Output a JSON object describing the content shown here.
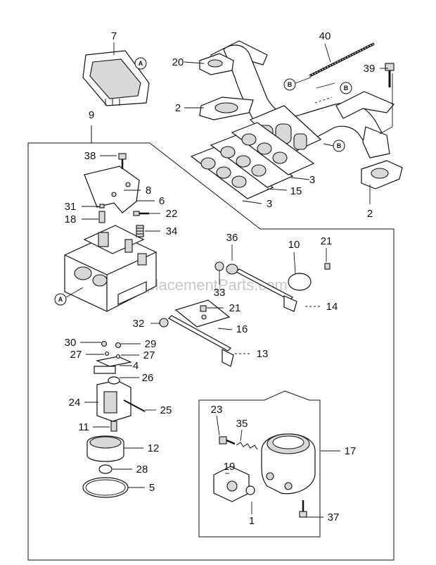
{
  "watermark": "eReplacementParts.com",
  "callouts": {
    "c1": "1",
    "c2a": "2",
    "c2b": "2",
    "c3a": "3",
    "c3b": "3",
    "c4": "4",
    "c5": "5",
    "c6": "6",
    "c7": "7",
    "c8": "8",
    "c9": "9",
    "c10": "10",
    "c11": "11",
    "c12": "12",
    "c13": "13",
    "c14": "14",
    "c15": "15",
    "c16": "16",
    "c17": "17",
    "c18": "18",
    "c19": "19",
    "c20": "20",
    "c21a": "21",
    "c21b": "21",
    "c22": "22",
    "c23": "23",
    "c24": "24",
    "c25": "25",
    "c26": "26",
    "c27a": "27",
    "c27b": "27",
    "c28": "28",
    "c29": "29",
    "c30": "30",
    "c31": "31",
    "c32": "32",
    "c33": "33",
    "c34": "34",
    "c35": "35",
    "c36": "36",
    "c37": "37",
    "c38": "38",
    "c39": "39",
    "c40": "40"
  },
  "ref_markers": {
    "a1": "A",
    "a2": "A",
    "b1": "B",
    "b2": "B",
    "b3": "B"
  }
}
